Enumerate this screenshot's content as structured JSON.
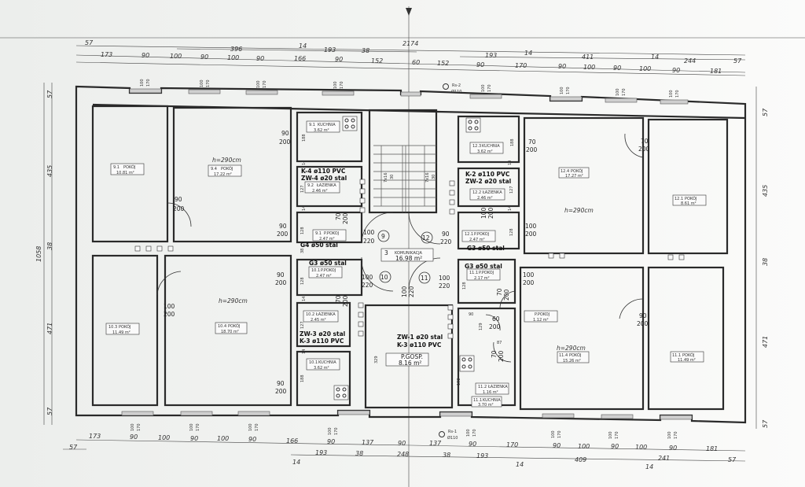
{
  "drawing": {
    "ceiling_height": "h=290cm",
    "window_label": {
      "width": "100",
      "height": "170"
    },
    "stair_label": {
      "steps": "7x16",
      "width": "30"
    },
    "door_numbers": [
      "9",
      "12",
      "10",
      "11"
    ],
    "risers": [
      {
        "name": "Rs-2",
        "dia": "Ø110"
      },
      {
        "name": "Rs-1",
        "dia": "Ø110"
      }
    ]
  },
  "dimensions": {
    "top_overall": [
      "57",
      "2174"
    ],
    "top_mid": [
      "396",
      "14",
      "193",
      "38",
      "193",
      "14",
      "411",
      "14",
      "244",
      "57"
    ],
    "top_detail": [
      "173",
      "90",
      "100",
      "90",
      "100",
      "90",
      "166",
      "90",
      "152",
      "60",
      "152",
      "90",
      "170",
      "90",
      "100",
      "90",
      "100",
      "90",
      "181"
    ],
    "bottom_detail": [
      "173",
      "90",
      "100",
      "90",
      "100",
      "90",
      "166",
      "90",
      "137",
      "90",
      "137",
      "90",
      "170",
      "90",
      "100",
      "90",
      "100",
      "90",
      "181",
      "57"
    ],
    "bottom_mid": [
      "14",
      "193",
      "38",
      "248",
      "38",
      "193",
      "14",
      "409",
      "14",
      "241",
      "57"
    ],
    "left": [
      "57",
      "435",
      "38",
      "471",
      "57",
      "1058"
    ],
    "right": [
      "57",
      "435",
      "38",
      "471",
      "57"
    ],
    "inner": [
      "188",
      "14",
      "127",
      "14",
      "128",
      "38",
      "128",
      "14",
      "127",
      "14",
      "188",
      "188",
      "14",
      "127",
      "14",
      "128",
      "128",
      "90",
      "129",
      "87",
      "192",
      "329"
    ]
  },
  "rooms": {
    "r9_1_pokoj": {
      "code": "9.1",
      "name": "POKÓJ",
      "area": "10.81 m²"
    },
    "r9_4_pokoj": {
      "code": "9.4",
      "name": "POKÓJ",
      "area": "17.22 m²"
    },
    "r9_1_kuchnia": {
      "code": "9.1",
      "name": "KUCHNIA",
      "area": "3.62 m²"
    },
    "r9_2_lazienka": {
      "code": "9.2",
      "name": "ŁAZIENKA",
      "area": "2.46 m²"
    },
    "r9_1_ppokoj": {
      "code": "9.1",
      "name": "P.POKOJ",
      "area": "2.47 m²"
    },
    "komunikacja": {
      "code": "3",
      "name": "KOMUNIKACJA",
      "area": "16.98 m²"
    },
    "r12_3_kuchnia": {
      "code": "12.3",
      "name": "KUCHNIA",
      "area": "3.62 m²"
    },
    "r12_2_lazienka": {
      "code": "12.2",
      "name": "ŁAZIENKA",
      "area": "2.46 m²"
    },
    "r12_1_ppokoj": {
      "code": "12.1",
      "name": "P.POKOJ",
      "area": "2.47 m²"
    },
    "r12_4_pokoj": {
      "code": "12.4",
      "name": "POKÓJ",
      "area": "17.27 m²"
    },
    "r12_1_pokoj": {
      "code": "12.1",
      "name": "POKÓJ",
      "area": "8.61 m²"
    },
    "r10_1_ppokoj": {
      "code": "10.1",
      "name": "P.POKOJ",
      "area": "2.47 m²"
    },
    "r10_2_lazienka": {
      "code": "10.2",
      "name": "ŁAZIENKA",
      "area": "2.45 m²"
    },
    "r10_1_kuchnia": {
      "code": "10.1",
      "name": "KUCHNIA",
      "area": "3.62 m²"
    },
    "r10_3_pokoj": {
      "code": "10.3",
      "name": "POKÓJ",
      "area": "11.49 m²"
    },
    "r10_4_pokoj": {
      "code": "10.4",
      "name": "POKÓJ",
      "area": "18.70 m²"
    },
    "pgosp": {
      "code": "",
      "name": "P.GOSP.",
      "area": "8.16 m²"
    },
    "r11_1_ppokoj": {
      "code": "11.1",
      "name": "P.POKOJ",
      "area": "2.17 m²"
    },
    "r11_ppokoj": {
      "code": "",
      "name": "P.POKOJ",
      "area": "1.12 m²"
    },
    "r11_2_lazienka": {
      "code": "11.2",
      "name": "ŁAZIENKA",
      "area": "1.16 m²"
    },
    "r11_1_kuchnia": {
      "code": "11.1",
      "name": "KUCHNIA",
      "area": "3.70 m²"
    },
    "r11_4_pokoj": {
      "code": "11.4",
      "name": "POKÓJ",
      "area": "15.26 m²"
    },
    "r11_1_pokoj": {
      "code": "11.1",
      "name": "POKÓJ",
      "area": "11.49 m²"
    }
  },
  "installations": {
    "k4": "K-4 ø110 PVC",
    "zw4": "ZW-4 ø20 stal",
    "g4": "G4 ø50 stal",
    "k2": "K-2 ø110 PVC",
    "zw2": "ZW-2 ø20 stal",
    "g3a": "G3 ø50 stal",
    "g3b": "G3 ø50 stal",
    "g3c": "G3 ø50 stal",
    "zw3": "ZW-3 ø20 stal",
    "k3a": "K-3 ø110 PVC",
    "zw1": "ZW-1 ø20 stal",
    "k3b": "K-3 ø110 PVC"
  },
  "doors": [
    {
      "w": "90",
      "h": "200"
    },
    {
      "w": "90",
      "h": "200"
    },
    {
      "w": "90",
      "h": "200"
    },
    {
      "w": "100",
      "h": "220"
    },
    {
      "w": "70",
      "h": "200"
    },
    {
      "w": "90",
      "h": "220"
    },
    {
      "w": "100",
      "h": "200"
    },
    {
      "w": "70",
      "h": "200"
    },
    {
      "w": "100",
      "h": "200"
    },
    {
      "w": "70",
      "h": "200"
    },
    {
      "w": "90",
      "h": "200"
    },
    {
      "w": "100",
      "h": "200"
    },
    {
      "w": "100",
      "h": "220"
    },
    {
      "w": "70",
      "h": "200"
    },
    {
      "w": "100",
      "h": "220"
    },
    {
      "w": "100",
      "h": "220"
    },
    {
      "w": "70",
      "h": "200"
    },
    {
      "w": "100",
      "h": "200"
    },
    {
      "w": "60",
      "h": "200"
    },
    {
      "w": "70",
      "h": "200"
    },
    {
      "w": "90",
      "h": "200"
    },
    {
      "w": "90",
      "h": "200"
    }
  ]
}
